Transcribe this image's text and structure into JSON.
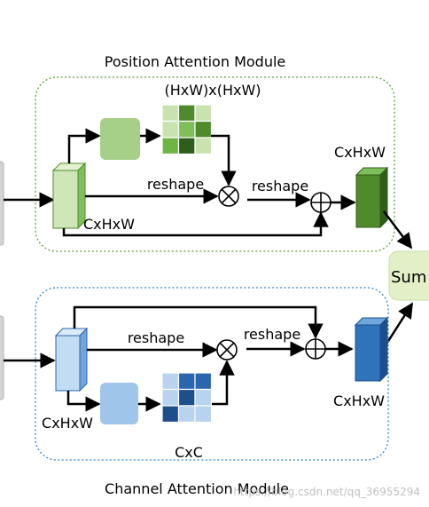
{
  "pam": {
    "title": "Position Attention Module",
    "matrix_label": "(HxW)x(HxW)",
    "feature_label": "CxHxW",
    "reshape_label": "reshape",
    "reshape2_label": "reshape",
    "output_label": "CxHxW"
  },
  "cam": {
    "title": "Channel Attention Module",
    "matrix_label": "CxC",
    "feature_label": "CxHxW",
    "reshape_label": "reshape",
    "reshape2_label": "reshape",
    "output_label": "CxHxW"
  },
  "sum_label": "Sum",
  "watermark": "https://blog.csdn.net/qq_36955294",
  "colors": {
    "pam_border": "#5c9a3c",
    "cam_border": "#2e86c8",
    "green_light": "#cfe7b8",
    "green_mid": "#a6d088",
    "green_dark": "#4f8a2b",
    "blue_light": "#c2ddf3",
    "blue_mid": "#9fc6ea",
    "blue_dark": "#2f73bb",
    "sum_fill": "#e3efc6"
  },
  "pam_matrix_shades": [
    [
      "#c8e3b0",
      "#4f8a2b",
      "#c8e3b0"
    ],
    [
      "#c8e3b0",
      "#7fbf5b",
      "#4f8a2b"
    ],
    [
      "#6eb545",
      "#2f5d1a",
      "#c8e3b0"
    ]
  ],
  "cam_matrix_shades": [
    [
      "#b7d3ee",
      "#2a66ad",
      "#2a66ad"
    ],
    [
      "#b7d3ee",
      "#1d4f8c",
      "#b7d3ee"
    ],
    [
      "#1d4f8c",
      "#b7d3ee",
      "#b7d3ee"
    ]
  ]
}
